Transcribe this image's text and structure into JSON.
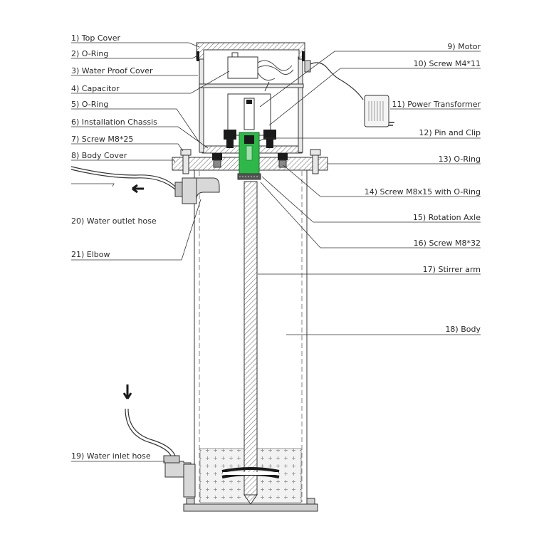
{
  "labels": {
    "l1": "1) Top Cover",
    "l2": "2) O-Ring",
    "l3": "3) Water Proof Cover",
    "l4": "4) Capacitor",
    "l5": "5) O-Ring",
    "l6": "6) Installation Chassis",
    "l7": "7) Screw M8*25",
    "l8": "8) Body Cover",
    "l9": "9) Motor",
    "l10": "10) Screw M4*11",
    "l11": "11) Power Transformer",
    "l12": "12) Pin and Clip",
    "l13": "13) O-Ring",
    "l14": "14) Screw M8x15 with O-Ring",
    "l15": "15) Rotation Axle",
    "l16": "16) Screw M8*32",
    "l17": "17) Stirrer arm",
    "l18": "18) Body",
    "l19": "19) Water inlet hose",
    "l20": "20) Water outlet hose",
    "l21": "21) Elbow"
  },
  "colors": {
    "accent": "#2fb84a",
    "line": "#333333",
    "hatch": "#777777",
    "fill_light": "#e8e8e8",
    "fill_dark": "#1a1a1a"
  }
}
